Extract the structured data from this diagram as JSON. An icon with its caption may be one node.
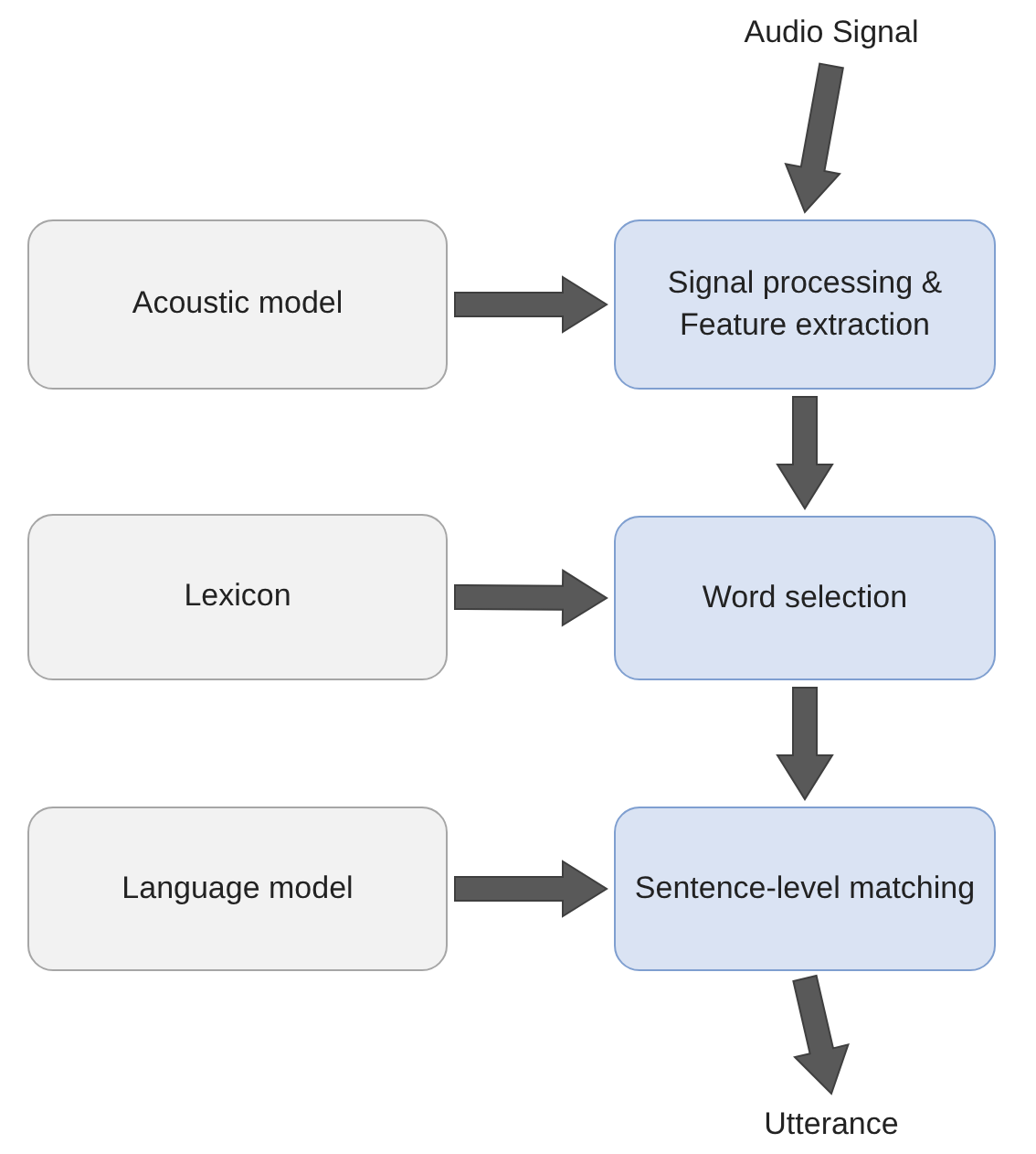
{
  "diagram": {
    "nodes": [
      {
        "text": [
          "Audio Signal"
        ]
      },
      {
        "text": [
          "Acoustic model"
        ]
      },
      {
        "text": [
          "Signal processing & Feature extraction"
        ]
      },
      {
        "text": [
          "Lexicon"
        ]
      },
      {
        "text": [
          "Word selection"
        ]
      },
      {
        "text": [
          "Language model"
        ]
      },
      {
        "text": [
          "Sentence-level matching"
        ]
      },
      {
        "text": [
          "Utterance"
        ]
      }
    ],
    "edges": [
      {
        "from": 0,
        "to": 2,
        "arrow": "to"
      },
      {
        "from": 1,
        "to": 2,
        "arrow": "to"
      },
      {
        "from": 2,
        "to": 4,
        "arrow": "to"
      },
      {
        "from": 3,
        "to": 4,
        "arrow": "to"
      },
      {
        "from": 4,
        "to": 6,
        "arrow": "to"
      },
      {
        "from": 5,
        "to": 6,
        "arrow": "to"
      },
      {
        "from": 6,
        "to": 7,
        "arrow": "to"
      }
    ]
  }
}
